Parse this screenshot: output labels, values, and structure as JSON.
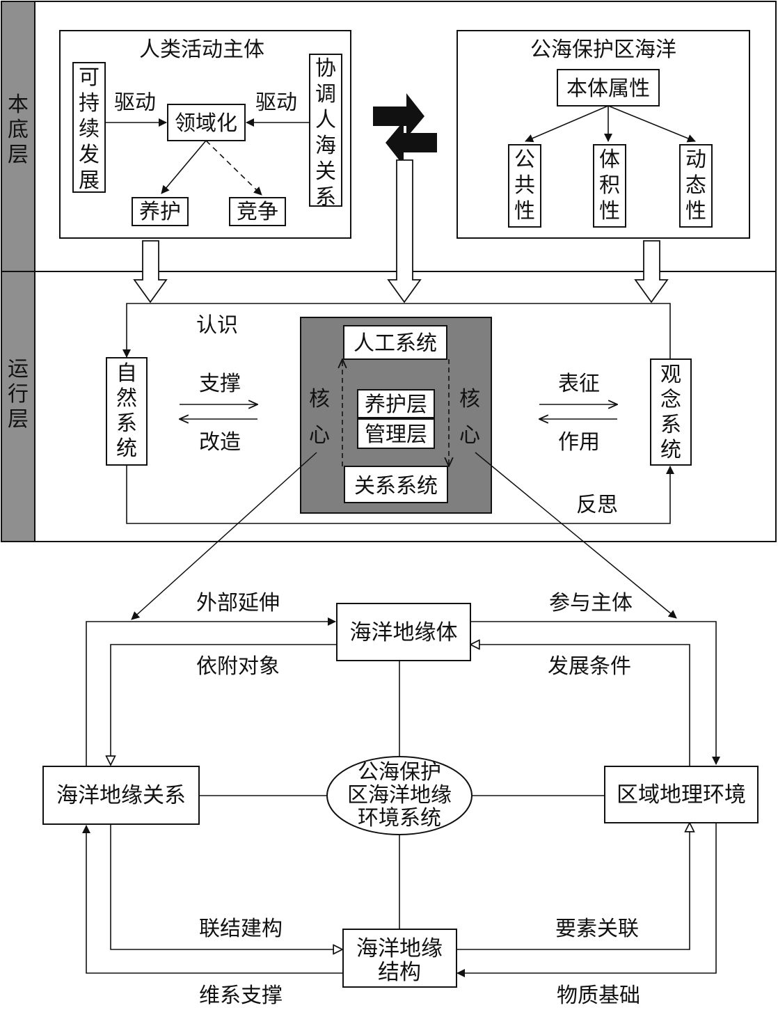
{
  "layers": {
    "base": "本底层",
    "operation": "运行层"
  },
  "human_subject": {
    "title": "人类活动主体",
    "sustainable": "可持续发展",
    "coordination": "协调人海关系",
    "drive_left": "驱动",
    "drive_right": "驱动",
    "territorialization": "领域化",
    "maintenance": "养护",
    "competition": "竞争"
  },
  "ocean": {
    "title": "公海保护区海洋",
    "ontology": "本体属性",
    "publicness": "公共性",
    "volume": "体积性",
    "dynamics": "动态性"
  },
  "operation": {
    "cognition": "认识",
    "natural_system": "自然系统",
    "support": "支撑",
    "transform": "改造",
    "artificial_system": "人工系统",
    "maintenance_layer": "养护层",
    "management_layer": "管理层",
    "relation_system": "关系系统",
    "core_left": "核心",
    "core_right": "核心",
    "represent": "表征",
    "act": "作用",
    "concept_system": "观念系统",
    "reflection": "反思"
  },
  "environment": {
    "center": [
      "公海保护",
      "区海洋地缘",
      "环境系统"
    ],
    "body": "海洋地缘体",
    "relation": "海洋地缘关系",
    "regional": "区域地理环境",
    "structure": [
      "海洋地缘",
      "结构"
    ],
    "external_extension": "外部延伸",
    "dependent_object": "依附对象",
    "participant": "参与主体",
    "development": "发展条件",
    "linking": "联结建构",
    "sustaining": "维系支撑",
    "element_link": "要素关联",
    "material_basis": "物质基础"
  },
  "colors": {
    "sidebar": "#8f8f8f",
    "core_box": "#7f7f7f",
    "line": "#111111",
    "background": "#ffffff"
  }
}
